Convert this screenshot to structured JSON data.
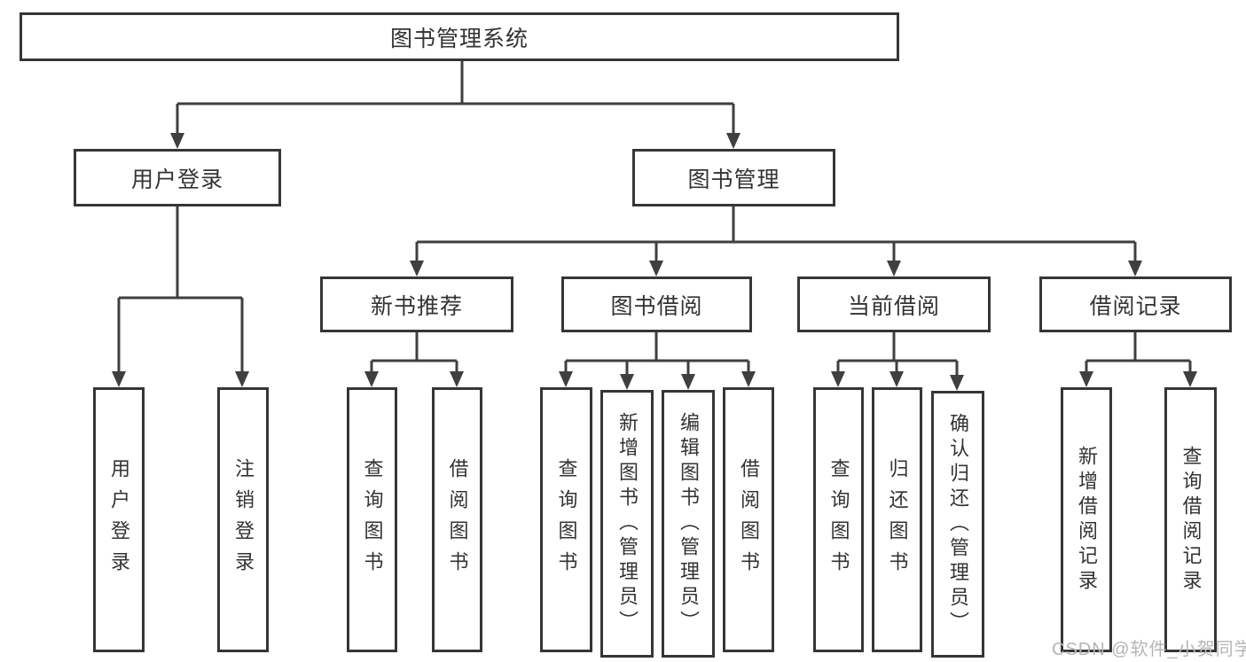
{
  "diagram": {
    "root": {
      "label": "图书管理系统"
    },
    "branches": [
      {
        "label": "用户登录",
        "children": [
          {
            "label": "用户登录"
          },
          {
            "label": "注销登录"
          }
        ]
      },
      {
        "label": "图书管理",
        "children": [
          {
            "label": "新书推荐",
            "children": [
              {
                "label": "查询图书"
              },
              {
                "label": "借阅图书"
              }
            ]
          },
          {
            "label": "图书借阅",
            "children": [
              {
                "label": "查询图书"
              },
              {
                "label": "新增图书（管理员）"
              },
              {
                "label": "编辑图书（管理员）"
              },
              {
                "label": "借阅图书"
              }
            ]
          },
          {
            "label": "当前借阅",
            "children": [
              {
                "label": "查询图书"
              },
              {
                "label": "归还图书"
              },
              {
                "label": "确认归还（管理员）"
              }
            ]
          },
          {
            "label": "借阅记录",
            "children": [
              {
                "label": "新增借阅记录"
              },
              {
                "label": "查询借阅记录"
              }
            ]
          }
        ]
      }
    ]
  },
  "watermark": {
    "text": "CSDN @软件_小贺同学"
  },
  "colors": {
    "line": "#3f3f3f",
    "box_border": "#363636",
    "text": "#333333",
    "watermark": "#b5b5b5",
    "background": "#ffffff"
  }
}
